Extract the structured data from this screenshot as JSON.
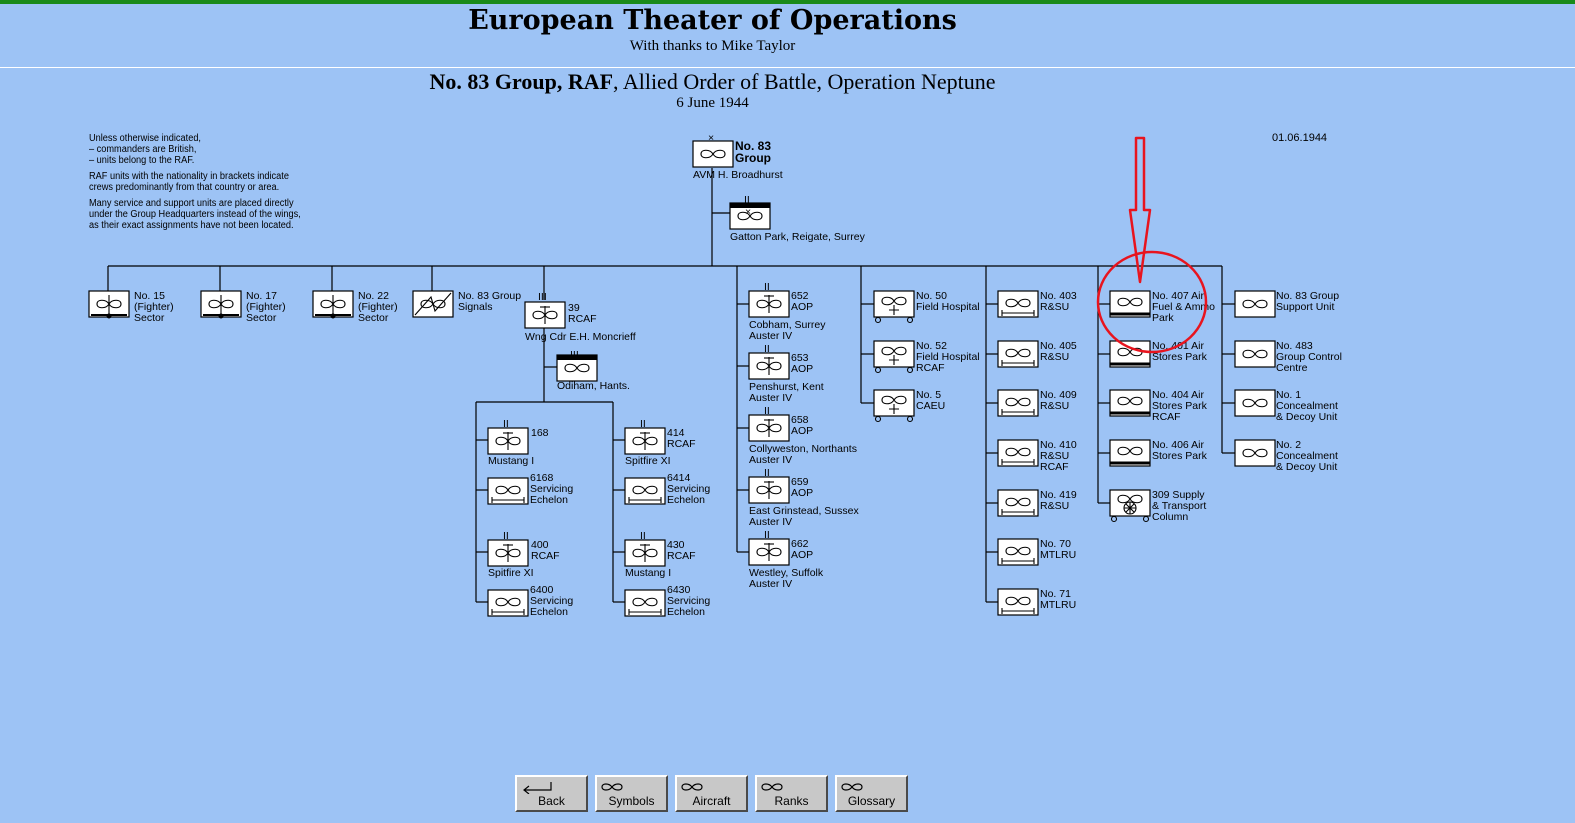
{
  "header": {
    "site_title": "European Theater of Operations",
    "site_subtitle": "With thanks to Mike Taylor",
    "page_title_bold": "No. 83 Group, RAF",
    "page_title_rest": ", Allied Order of Battle, Operation Neptune",
    "page_date": "6 June 1944"
  },
  "notes": [
    "Unless otherwise indicated,",
    "– commanders are British,",
    "– units belong to the RAF.",
    "RAF units with the nationality in brackets indicate",
    "crews predominantly from that country or area.",
    "Many service and support units are placed directly",
    "under the Group Headquarters instead of the wings,",
    "as their exact assignments have not been located."
  ],
  "date_stamp": "01.06.1944",
  "hq": {
    "name_lines": [
      "No. 83",
      "Group"
    ],
    "commander": "AVM  H. Broadhurst",
    "hq_location": "Gatton Park, Reigate, Surrey"
  },
  "sectors": [
    {
      "lines": [
        "No. 15",
        "(Fighter)",
        "Sector"
      ]
    },
    {
      "lines": [
        "No. 17",
        "(Fighter)",
        "Sector"
      ]
    },
    {
      "lines": [
        "No. 22",
        "(Fighter)",
        "Sector"
      ]
    },
    {
      "lines": [
        "No. 83 Group",
        "Signals"
      ]
    }
  ],
  "wing": {
    "lines": [
      "39",
      "RCAF"
    ],
    "commander": "Wng Cdr  E.H. Moncrieff",
    "location": "Odiham, Hants."
  },
  "squadrons": [
    {
      "lines": [
        "168"
      ],
      "aircraft": "Mustang I"
    },
    {
      "lines": [
        "6168",
        "Servicing",
        "Echelon"
      ]
    },
    {
      "lines": [
        "400",
        "RCAF"
      ],
      "aircraft": "Spitfire XI"
    },
    {
      "lines": [
        "6400",
        "Servicing",
        "Echelon"
      ]
    },
    {
      "lines": [
        "414",
        "RCAF"
      ],
      "aircraft": "Spitfire XI"
    },
    {
      "lines": [
        "6414",
        "Servicing",
        "Echelon"
      ]
    },
    {
      "lines": [
        "430",
        "RCAF"
      ],
      "aircraft": "Mustang I"
    },
    {
      "lines": [
        "6430",
        "Servicing",
        "Echelon"
      ]
    }
  ],
  "aop": [
    {
      "lines": [
        "652",
        "AOP"
      ],
      "below": [
        "Cobham, Surrey",
        "Auster IV"
      ]
    },
    {
      "lines": [
        "653",
        "AOP"
      ],
      "below": [
        "Penshurst, Kent",
        "Auster IV"
      ]
    },
    {
      "lines": [
        "658",
        "AOP"
      ],
      "below": [
        "Collyweston, Northants",
        "Auster IV"
      ]
    },
    {
      "lines": [
        "659",
        "AOP"
      ],
      "below": [
        "East Grinstead, Sussex",
        "Auster IV"
      ]
    },
    {
      "lines": [
        "662",
        "AOP"
      ],
      "below": [
        "Westley, Suffolk",
        "Auster IV"
      ]
    }
  ],
  "medical": [
    {
      "lines": [
        "No. 50",
        "Field Hospital"
      ]
    },
    {
      "lines": [
        "No. 52",
        "Field Hospital",
        "RCAF"
      ]
    },
    {
      "lines": [
        "No. 5",
        "CAEU"
      ]
    }
  ],
  "repair": [
    {
      "lines": [
        "No. 403",
        "R&SU"
      ]
    },
    {
      "lines": [
        "No. 405",
        "R&SU"
      ]
    },
    {
      "lines": [
        "No. 409",
        "R&SU"
      ]
    },
    {
      "lines": [
        "No. 410",
        "R&SU",
        "RCAF"
      ]
    },
    {
      "lines": [
        "No. 419",
        "R&SU"
      ]
    },
    {
      "lines": [
        "No. 70",
        "MTLRU"
      ]
    },
    {
      "lines": [
        "No. 71",
        "MTLRU"
      ]
    }
  ],
  "supply": [
    {
      "lines": [
        "No. 407 Air",
        "Fuel & Ammo",
        "Park"
      ]
    },
    {
      "lines": [
        "No. 401 Air",
        "Stores Park"
      ]
    },
    {
      "lines": [
        "No. 404 Air",
        "Stores Park",
        "RCAF"
      ]
    },
    {
      "lines": [
        "No. 406 Air",
        "Stores Park"
      ]
    },
    {
      "lines": [
        "309 Supply",
        "& Transport",
        "Column"
      ]
    }
  ],
  "support": [
    {
      "lines": [
        "No. 83 Group",
        "Support Unit"
      ]
    },
    {
      "lines": [
        "No. 483",
        "Group Control",
        "Centre"
      ]
    },
    {
      "lines": [
        "No. 1",
        "Concealment",
        "& Decoy Unit"
      ]
    },
    {
      "lines": [
        "No. 2",
        "Concealment",
        "& Decoy Unit"
      ]
    }
  ],
  "nav": {
    "back": "Back",
    "symbols": "Symbols",
    "aircraft": "Aircraft",
    "ranks": "Ranks",
    "glossary": "Glossary"
  },
  "colors": {
    "background": "#9DC3F5",
    "top_bar": "#1a8a1a",
    "annotation": "#e8141e"
  }
}
